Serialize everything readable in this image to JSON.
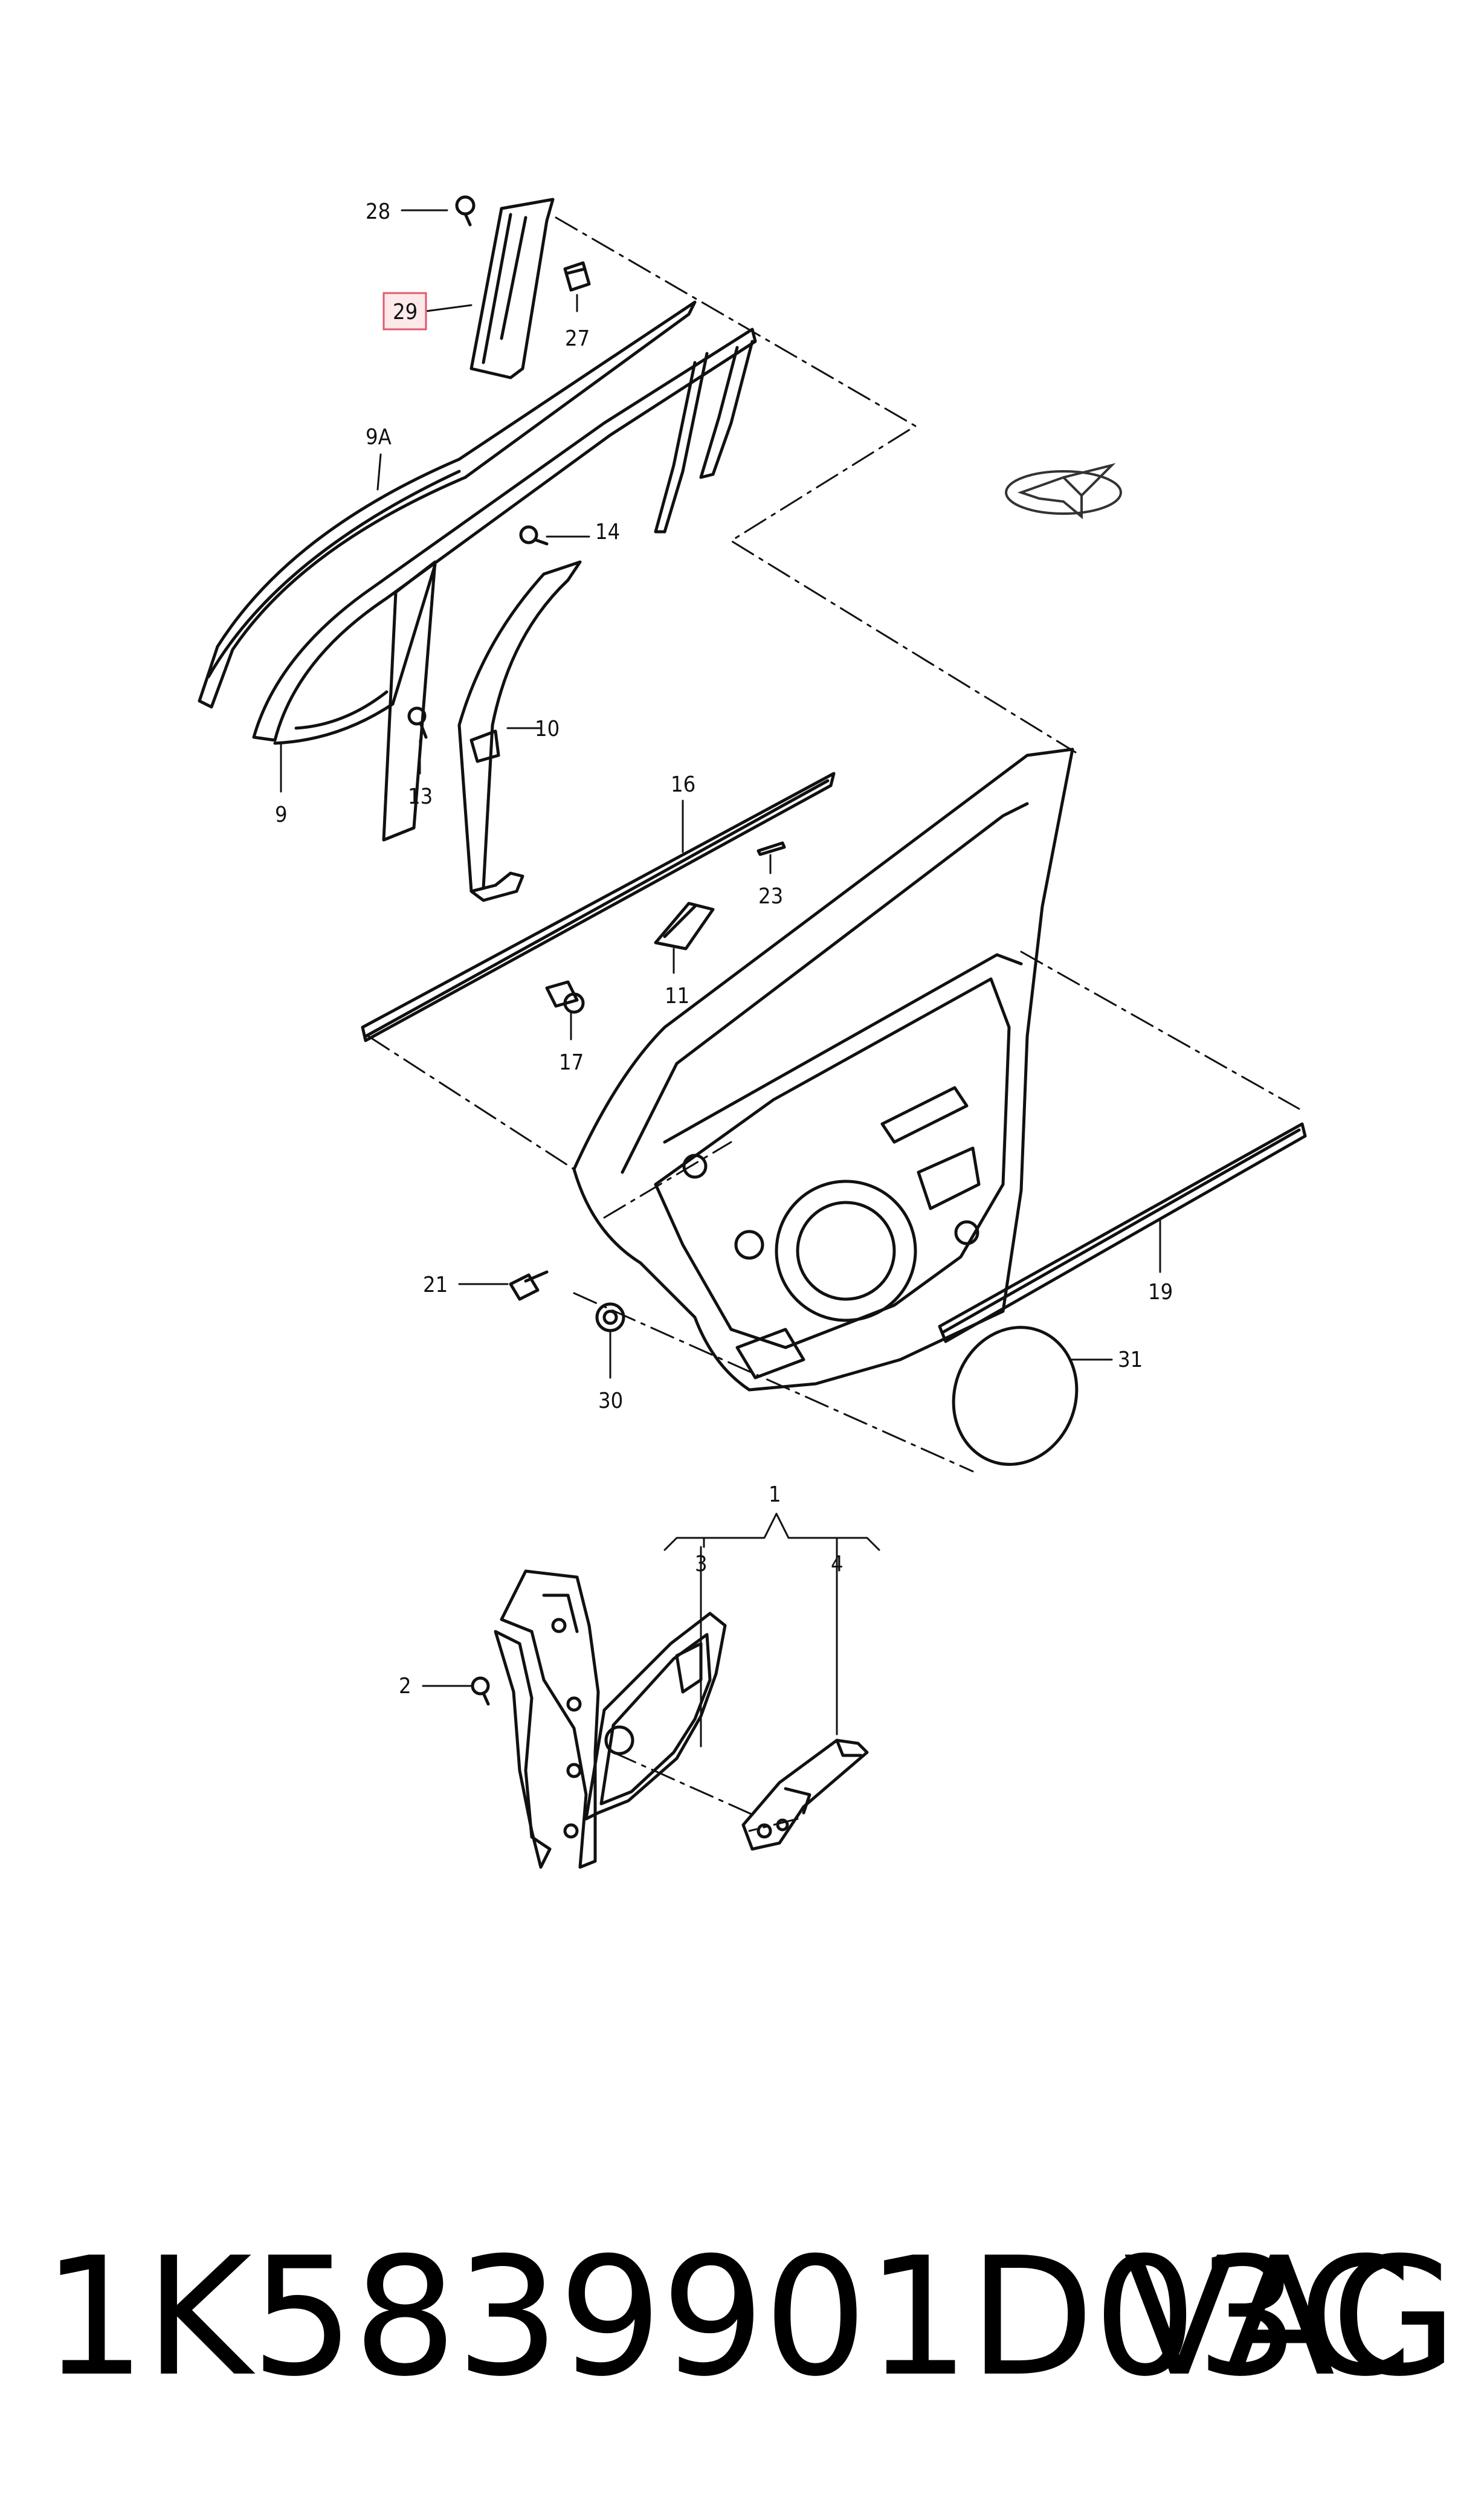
{
  "callouts": {
    "c28": "28",
    "c29": "29",
    "c27": "27",
    "c9a": "9A",
    "c14": "14",
    "c10": "10",
    "c9": "9",
    "c13": "13",
    "c16": "16",
    "c23": "23",
    "c11": "11",
    "c17": "17",
    "c21": "21",
    "c19": "19",
    "c30": "30",
    "c31": "31",
    "c1": "1",
    "c3": "3",
    "c4": "4",
    "c2": "2"
  },
  "highlight_color": "#e05a6a",
  "footer": {
    "part_number": "1K5839901D03C",
    "brand": "VAG"
  }
}
